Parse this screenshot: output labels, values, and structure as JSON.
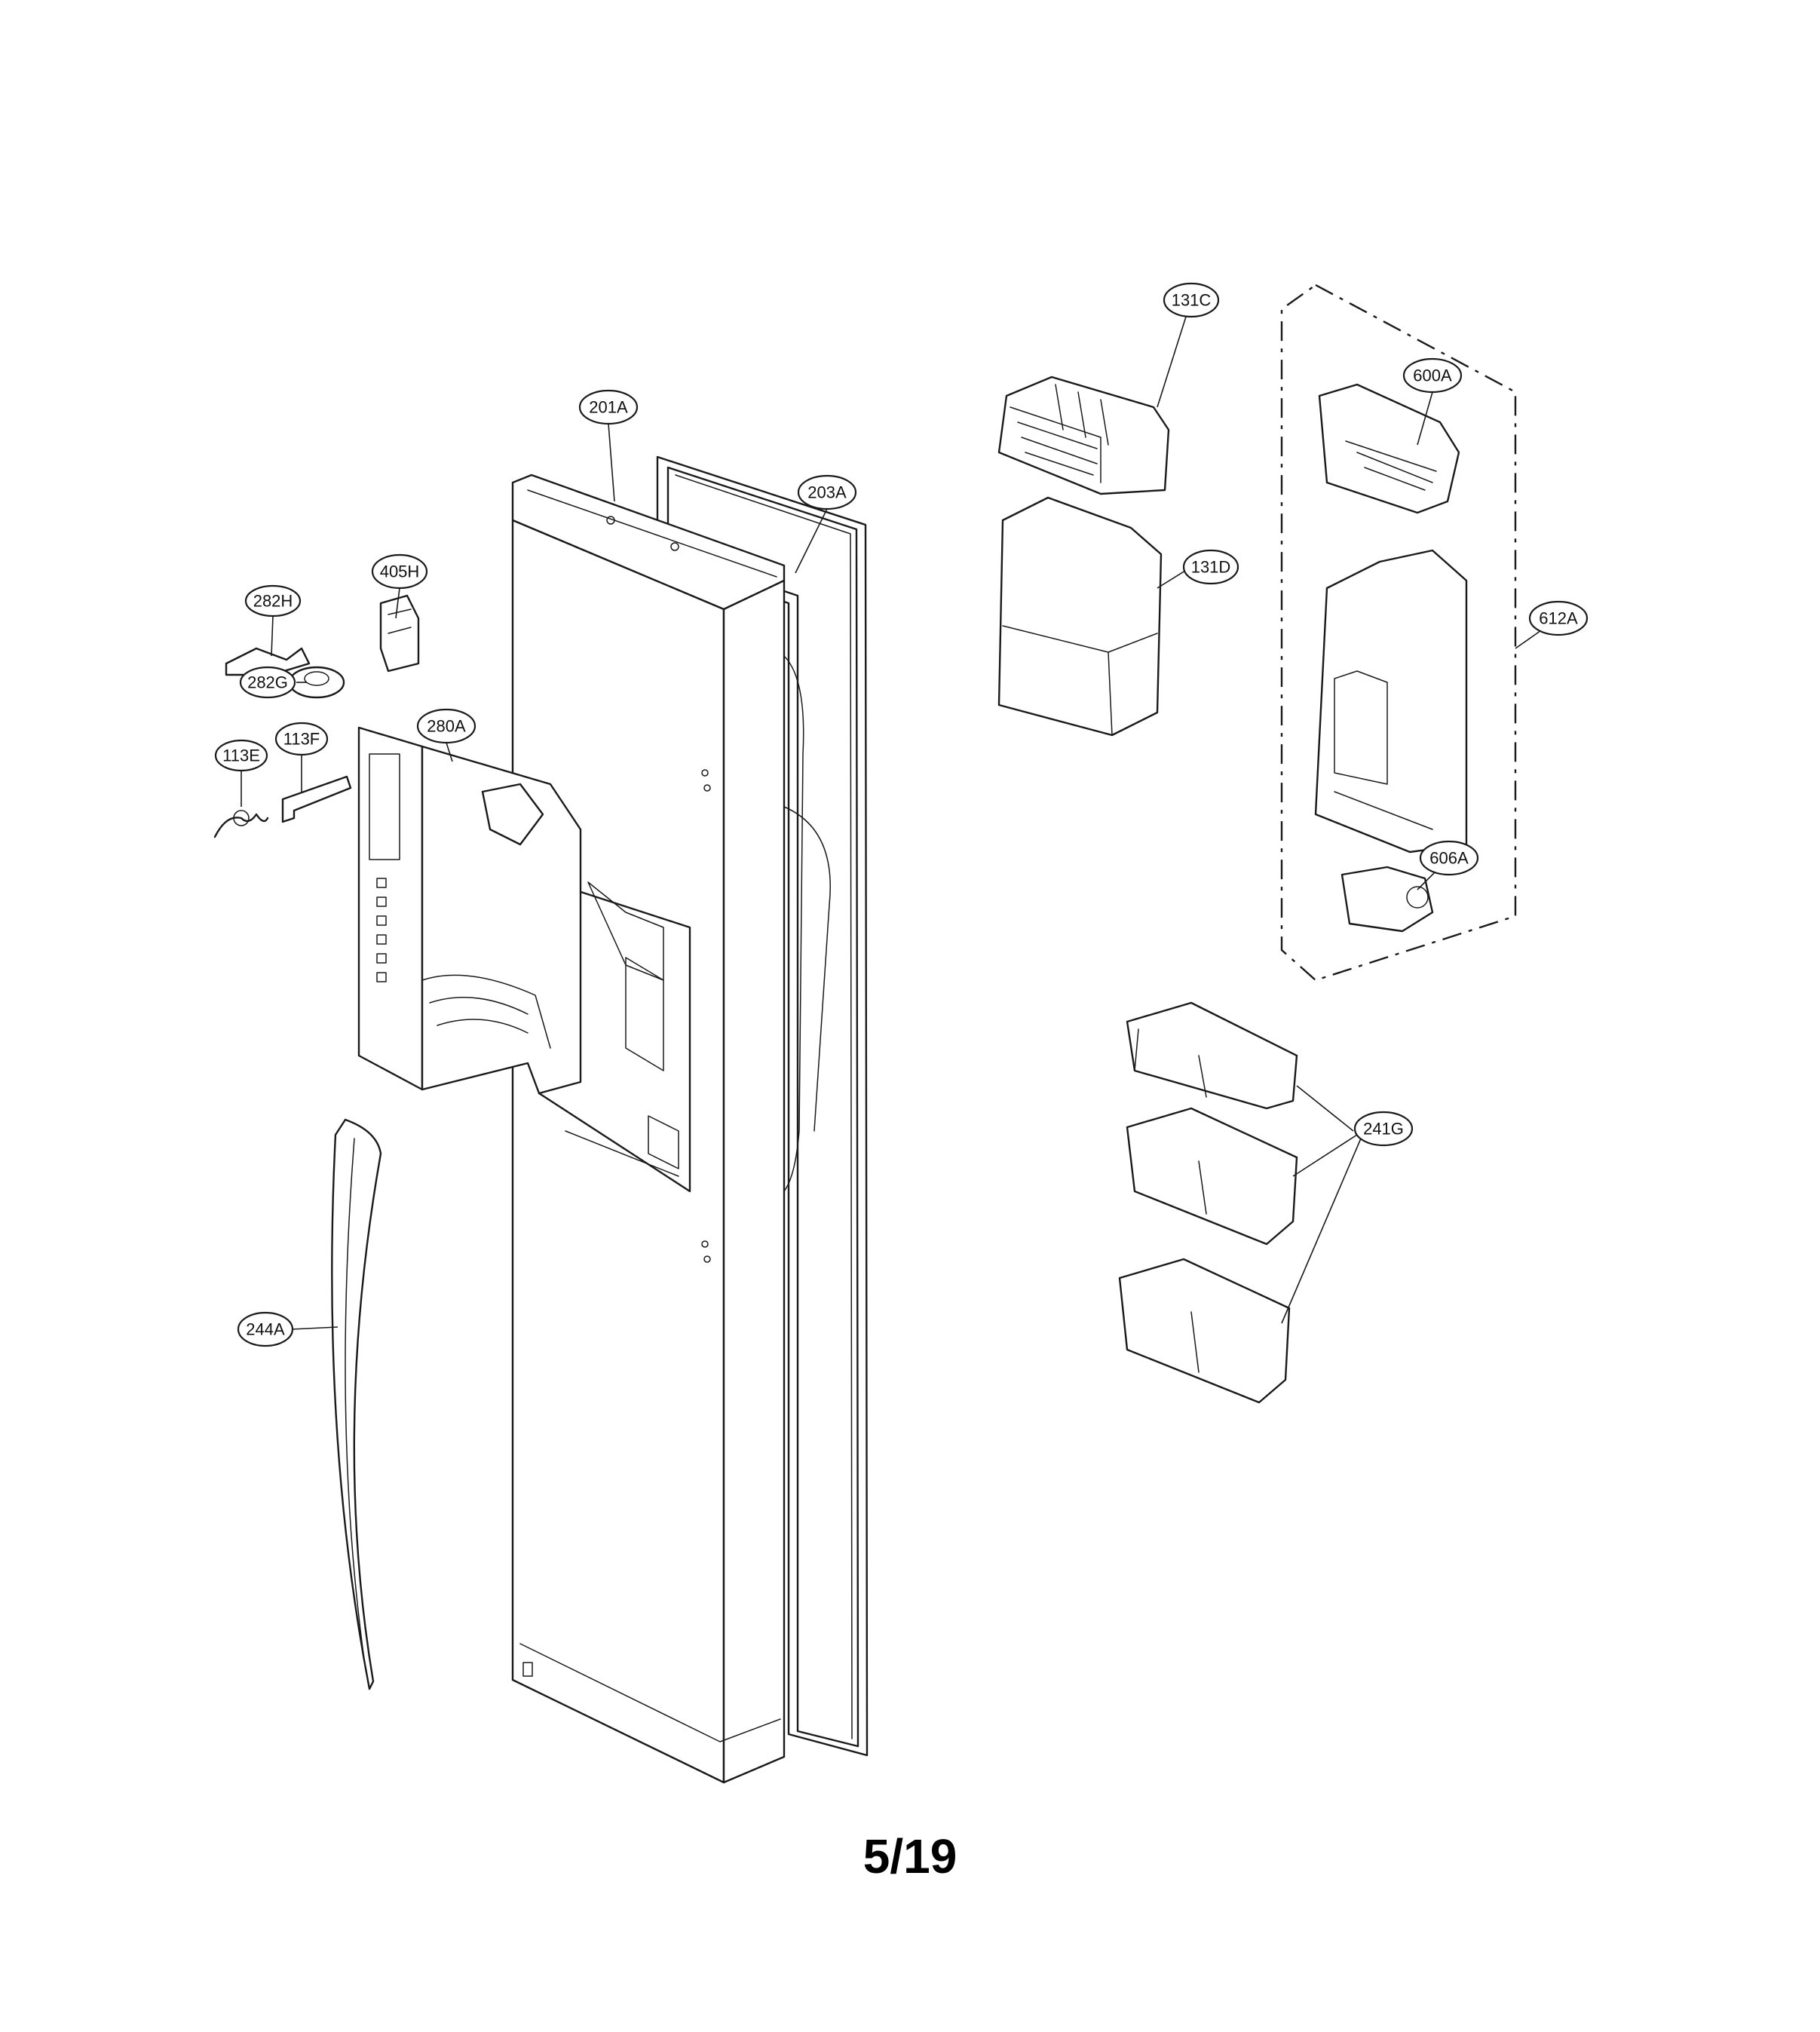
{
  "page_number": "5/19",
  "callouts": {
    "c131C": "131C",
    "c131D": "131D",
    "c201A": "201A",
    "c203A": "203A",
    "c600A": "600A",
    "c612A": "612A",
    "c606A": "606A",
    "c405H": "405H",
    "c282H": "282H",
    "c282G": "282G",
    "c113E": "113E",
    "c113F": "113F",
    "c280A": "280A",
    "c241G": "241G",
    "c244A": "244A"
  }
}
